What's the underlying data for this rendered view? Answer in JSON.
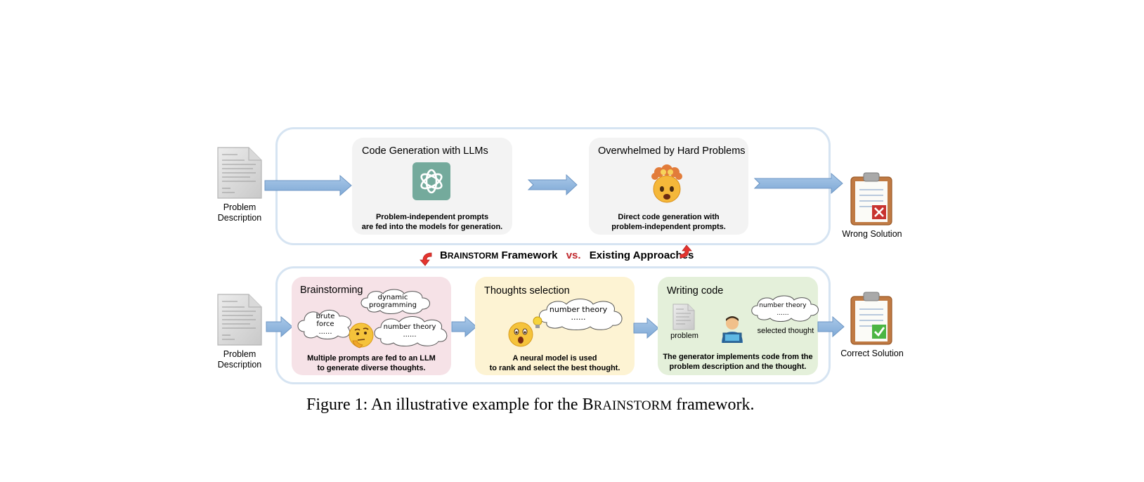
{
  "top": {
    "input_label_line1": "Problem",
    "input_label_line2": "Description",
    "card1": {
      "title": "Code Generation with LLMs",
      "caption_line1": "Problem-independent prompts",
      "caption_line2": "are fed into the models for generation.",
      "icon": "openai-logo-icon"
    },
    "card2": {
      "title": "Overwhelmed by Hard Problems",
      "caption_line1": "Direct code generation with",
      "caption_line2": "problem-independent prompts.",
      "icon": "exploding-head-icon"
    },
    "result_label": "Wrong Solution",
    "result_icon": "clipboard-x-icon"
  },
  "middle": {
    "brainstorm_first": "B",
    "brainstorm_rest": "RAINSTORM",
    "framework_word": "Framework",
    "vs": "vs.",
    "existing": "Existing Approaches",
    "vs_color": "#c0282d"
  },
  "bottom": {
    "input_label_line1": "Problem",
    "input_label_line2": "Description",
    "card1": {
      "title": "Brainstorming",
      "cloud1_line1": "dynamic",
      "cloud1_line2": "programming",
      "cloud2_line1": "brute",
      "cloud2_line2": "force",
      "cloud2_line3": "......",
      "cloud3_line1": "number theory",
      "cloud3_line2": "......",
      "caption_line1": "Multiple prompts are fed to an LLM",
      "caption_line2": "to generate diverse thoughts.",
      "bg": "#f6e2e7",
      "icon": "thinking-face-icon"
    },
    "card2": {
      "title": "Thoughts selection",
      "cloud_line1": "number theory",
      "cloud_line2": "......",
      "caption_line1": "A neural model is used",
      "caption_line2": "to rank and select the best thought.",
      "bg": "#fdf3d3",
      "icon": "astonished-face-icon"
    },
    "card3": {
      "title": "Writing code",
      "doc_label": "problem",
      "cloud_line1": "number theory",
      "cloud_line2": "......",
      "selected_label": "selected thought",
      "caption_line1": "The generator implements code from the",
      "caption_line2": "problem description and the thought.",
      "bg": "#e4f0da",
      "icon": "technologist-icon"
    },
    "result_label": "Correct Solution",
    "result_icon": "clipboard-check-icon"
  },
  "figure_caption": {
    "prefix": "Figure 1: An illustrative example for the B",
    "smallcaps": "RAINSTORM",
    "suffix": " framework."
  }
}
